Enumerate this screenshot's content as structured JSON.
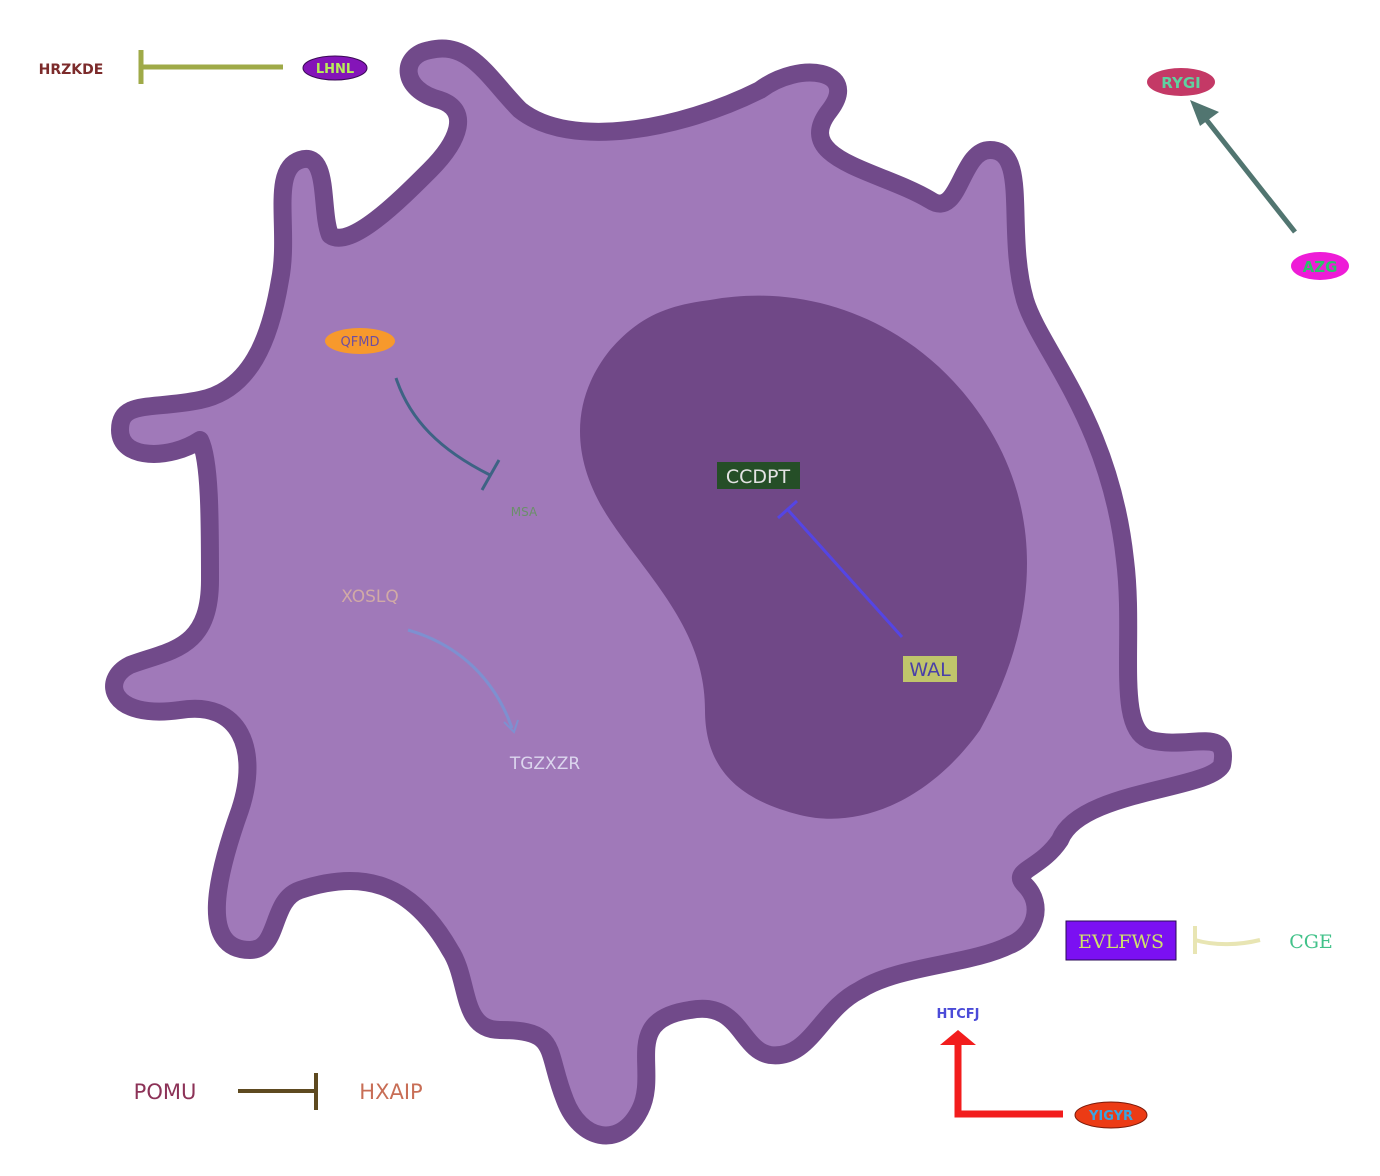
{
  "nodes": {
    "hrzkde": "HRZKDE",
    "lhnl": "LHNL",
    "rygi": "RYGI",
    "azg": "AZG",
    "qfmd": "QFMD",
    "msa": "MSA",
    "xoslq": "XOSLQ",
    "tgzxzr": "TGZXZR",
    "ccdpt": "CCDPT",
    "wal": "WAL",
    "evlfws": "EVLFWS",
    "cge": "CGE",
    "htcfj": "HTCFJ",
    "yigyr": "YIGYR",
    "pomu": "POMU",
    "hxaip": "HXAIP"
  },
  "colors": {
    "cytoplasm": "#a079b9",
    "membrane": "#714a8a",
    "nucleus": "#704887"
  }
}
